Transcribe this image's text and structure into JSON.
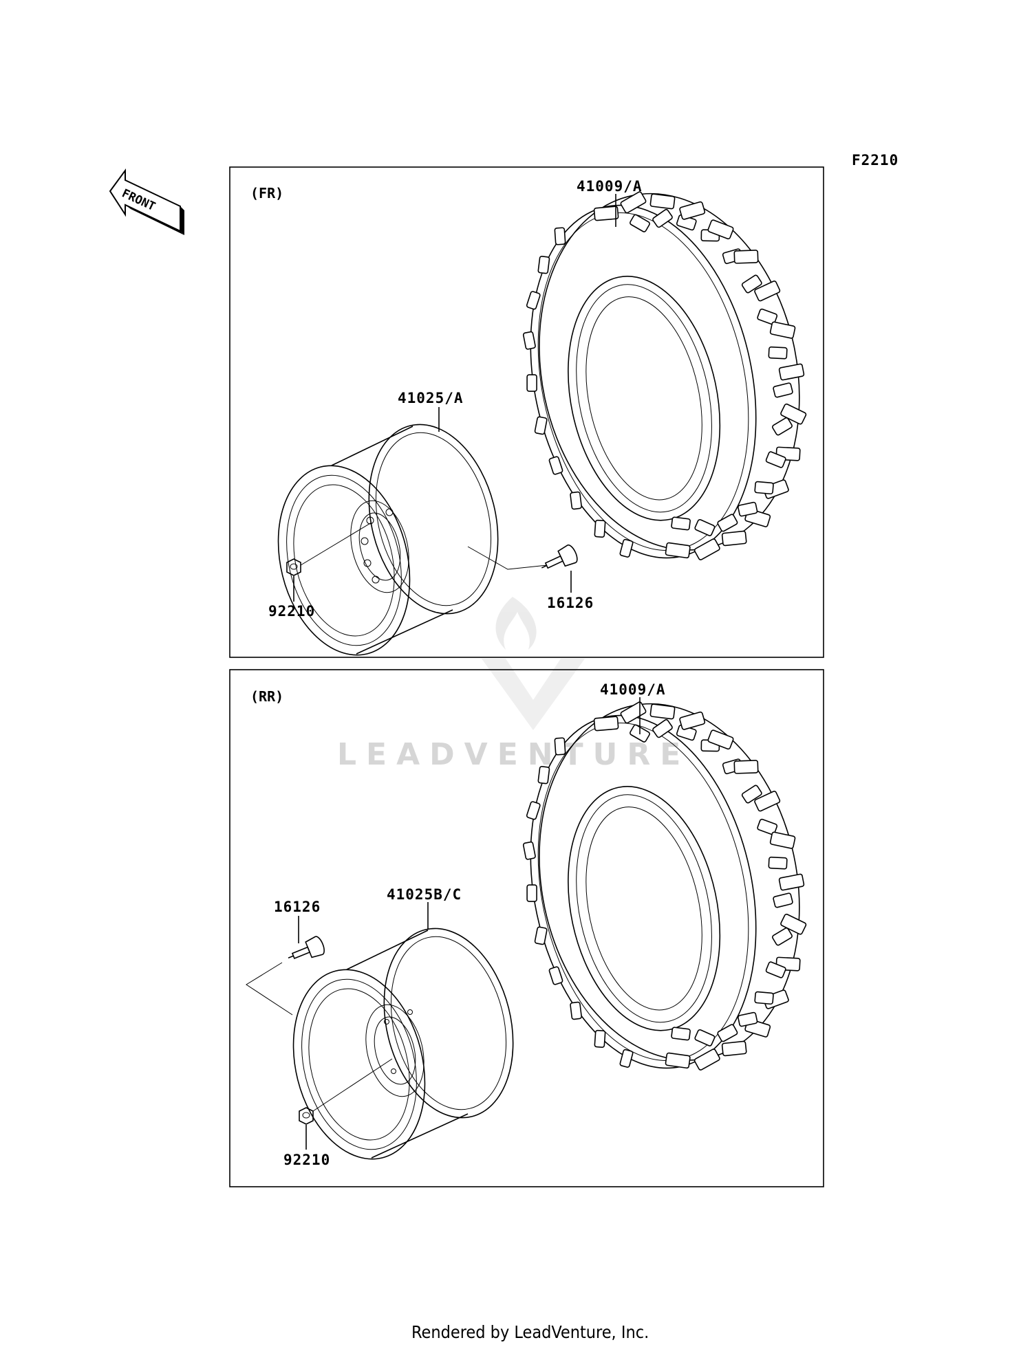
{
  "page_code": "F2210",
  "front_label": "FRONT",
  "watermark": "LEADVENTURE",
  "footer": "Rendered by LeadVenture, Inc.",
  "sections": [
    {
      "id": "front",
      "heading": "(FR)",
      "callouts": {
        "tire": "41009/A",
        "wheel": "41025/A",
        "valve": "16126",
        "nut": "92210"
      }
    },
    {
      "id": "rear",
      "heading": "(RR)",
      "callouts": {
        "tire": "41009/A",
        "wheel": "41025B/C",
        "valve": "16126",
        "nut": "92210"
      }
    }
  ],
  "icons": {
    "front_arrow": "front-arrow-icon",
    "watermark_logo": "leadventure-logo-icon"
  }
}
